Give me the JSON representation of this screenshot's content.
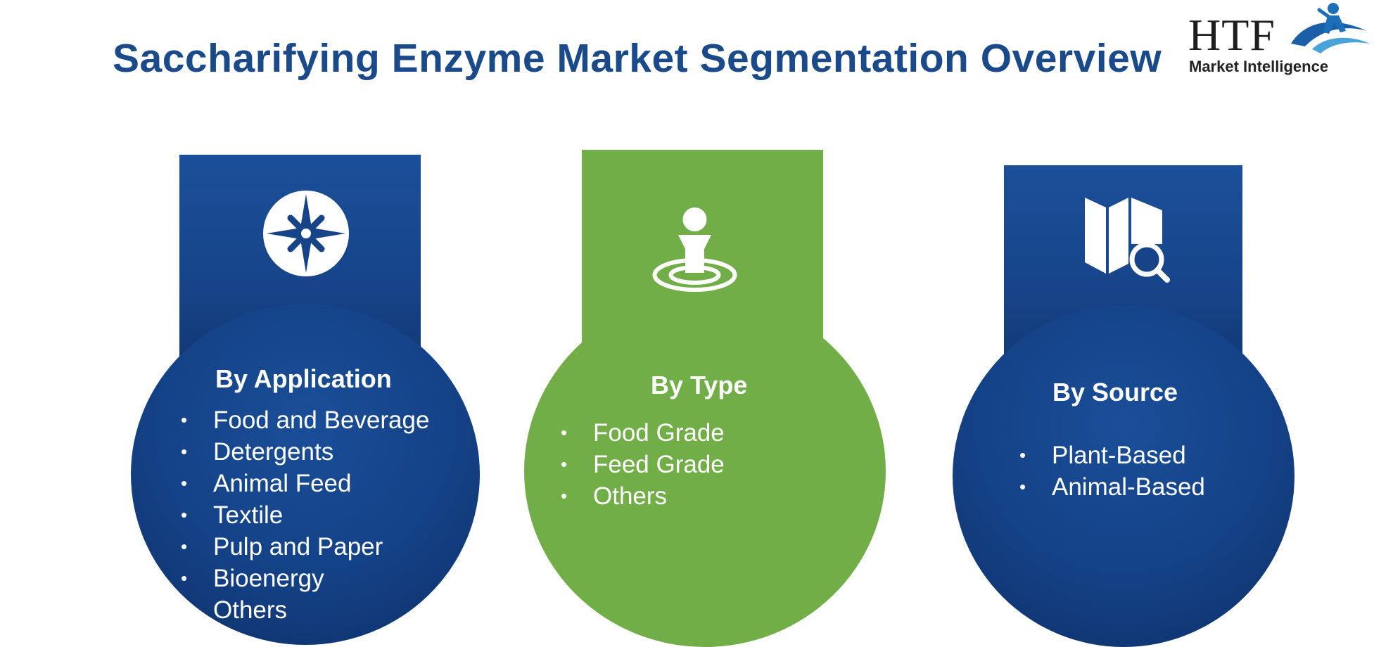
{
  "title": "Saccharifying Enzyme Market Segmentation Overview",
  "logo": {
    "name": "HTF",
    "tagline": "Market Intelligence"
  },
  "colors": {
    "title": "#1a4a8a",
    "blue_panel": "#174489",
    "green_panel": "#72ae48",
    "text_on_panel": "#ffffff"
  },
  "segments": [
    {
      "icon": "compass-icon",
      "title": "By Application",
      "items": [
        "Food and Beverage",
        "Detergents",
        "Animal Feed",
        "Textile",
        "Pulp and Paper",
        "Bioenergy",
        "Others"
      ]
    },
    {
      "icon": "location-pin-icon",
      "title": "By Type",
      "items": [
        "Food Grade",
        "Feed Grade",
        "Others"
      ]
    },
    {
      "icon": "map-search-icon",
      "title": "By Source",
      "items": [
        "Plant-Based",
        "Animal-Based"
      ]
    }
  ]
}
